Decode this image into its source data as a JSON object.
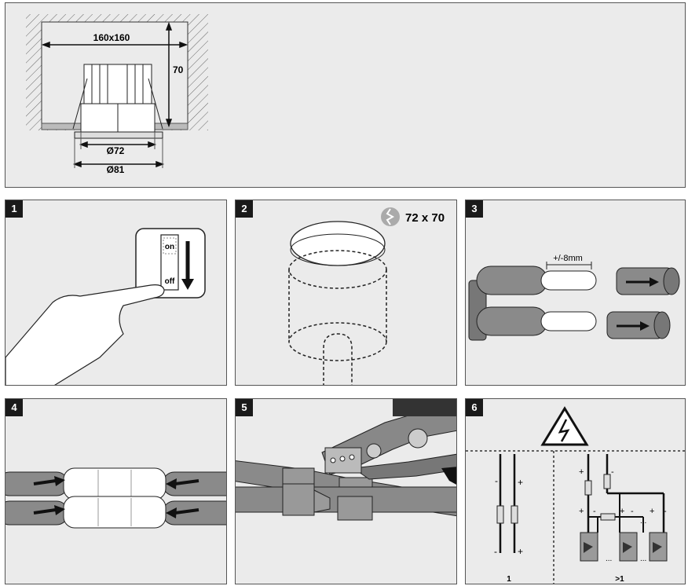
{
  "dimensions": {
    "cutout": "160x160",
    "depth": "70",
    "inner_diameter": "Ø72",
    "outer_diameter": "Ø81"
  },
  "steps": [
    {
      "number": "1",
      "switch_on": "on",
      "switch_off": "off"
    },
    {
      "number": "2",
      "hole_size": "72 x 70"
    },
    {
      "number": "3",
      "strip_length": "+/-8mm"
    },
    {
      "number": "4"
    },
    {
      "number": "5"
    },
    {
      "number": "6",
      "minus": "-",
      "plus": "+",
      "dots": "...",
      "single_label": "1",
      "multi_label": ">1"
    }
  ]
}
